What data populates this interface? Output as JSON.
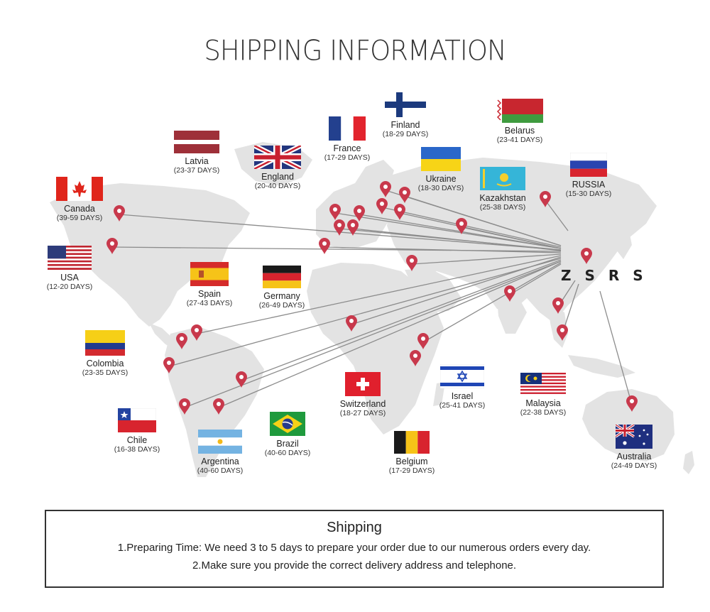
{
  "title": "SHIPPING INFORMATION",
  "brand": "Z S R S",
  "countries": [
    {
      "name": "Canada",
      "days": "(39-59 DAYS)"
    },
    {
      "name": "USA",
      "days": "(12-20 DAYS)"
    },
    {
      "name": "Latvia",
      "days": "(23-37 DAYS)"
    },
    {
      "name": "England",
      "days": "(20-40 DAYS)"
    },
    {
      "name": "France",
      "days": "(17-29 DAYS)"
    },
    {
      "name": "Finland",
      "days": "(18-29 DAYS)"
    },
    {
      "name": "Ukraine",
      "days": "(18-30 DAYS)"
    },
    {
      "name": "Belarus",
      "days": "(23-41 DAYS)"
    },
    {
      "name": "Kazakhstan",
      "days": "(25-38 DAYS)"
    },
    {
      "name": "RUSSIA",
      "days": "(15-30 DAYS)"
    },
    {
      "name": "Spain",
      "days": "(27-43 DAYS)"
    },
    {
      "name": "Germany",
      "days": "(26-49 DAYS)"
    },
    {
      "name": "Colombia",
      "days": "(23-35 DAYS)"
    },
    {
      "name": "Chile",
      "days": "(16-38 DAYS)"
    },
    {
      "name": "Argentina",
      "days": "(40-60 DAYS)"
    },
    {
      "name": "Brazil",
      "days": "(40-60 DAYS)"
    },
    {
      "name": "Switzerland",
      "days": "(18-27 DAYS)"
    },
    {
      "name": "Belgium",
      "days": "(17-29 DAYS)"
    },
    {
      "name": "Israel",
      "days": "(25-41 DAYS)"
    },
    {
      "name": "Malaysia",
      "days": "(22-38 DAYS)"
    },
    {
      "name": "Australia",
      "days": "(24-49 DAYS)"
    }
  ],
  "shipping": {
    "heading": "Shipping",
    "line1": "1.Preparing Time: We need 3 to 5 days to prepare your order due to our numerous orders every day.",
    "line2": "2.Make sure you provide the correct delivery address and telephone."
  },
  "colors": {
    "map": "#e3e3e3",
    "pin": "#c8394c",
    "route": "#8c8c8c"
  }
}
